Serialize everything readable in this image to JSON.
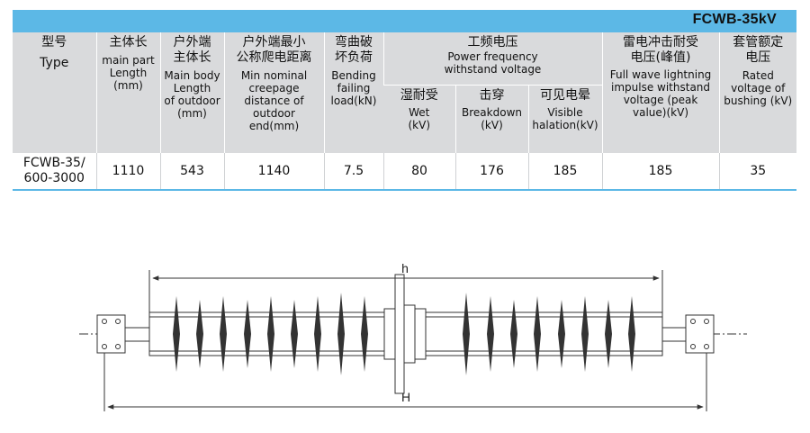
{
  "title": "FCWB-35kV",
  "headers": {
    "type": {
      "zh": "型号",
      "en": "Type"
    },
    "main_length": {
      "zh": "主体长",
      "en1": "main part",
      "en2": "Length",
      "en3": "(mm)"
    },
    "body_length": {
      "zh1": "户外端",
      "zh2": "主体长",
      "en1": "Main body",
      "en2": "Length",
      "en3": "of outdoor",
      "en4": "(mm)"
    },
    "creepage": {
      "zh1": "户外端最小",
      "zh2": "公称爬电距离",
      "en1": "Min nominal",
      "en2": "creepage",
      "en3": "distance of",
      "en4": "outdoor end(mm)"
    },
    "bending": {
      "zh1": "弯曲破",
      "zh2": "坏负荷",
      "en1": "Bending",
      "en2": "failing",
      "en3": "load(kN)"
    },
    "power_freq": {
      "zh": "工频电压",
      "en1": "Power frequency",
      "en2": "withstand voltage"
    },
    "wet": {
      "zh": "湿耐受",
      "en1": "Wet",
      "en2": "(kV)"
    },
    "breakdown": {
      "zh": "击穿",
      "en1": "Breakdown",
      "en2": "(kV)"
    },
    "halation": {
      "zh": "可见电晕",
      "en1": "Visible",
      "en2": "halation(kV)"
    },
    "lightning": {
      "zh1": "雷电冲击耐受",
      "zh2": "电压(峰值)",
      "en1": "Full wave lightning",
      "en2": "impulse withstand",
      "en3": "voltage (peak",
      "en4": "value)(kV)"
    },
    "rated": {
      "zh1": "套管额定",
      "zh2": "电压",
      "en1": "Rated",
      "en2": "voltage of",
      "en3": "bushing (kV)"
    }
  },
  "row": {
    "model_line1": "FCWB-35/",
    "model_line2": "600-3000",
    "main_length": "1110",
    "body_length": "543",
    "creepage": "1140",
    "bending": "7.5",
    "wet": "80",
    "breakdown": "176",
    "halation": "185",
    "lightning": "185",
    "rated": "35"
  },
  "drawing": {
    "label_h": "h",
    "label_H": "H"
  },
  "colors": {
    "header_bar": "#5cb8e6",
    "header_bg": "#d9dadc",
    "drawing_line": "#333333"
  }
}
